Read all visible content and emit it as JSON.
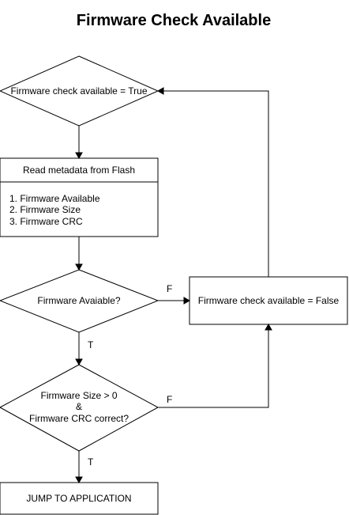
{
  "title": "Firmware Check Available",
  "nodes": {
    "check_true": {
      "label": "Firmware check available = True"
    },
    "read_metadata": {
      "title": "Read metadata from Flash",
      "items": [
        "1. Firmware Available",
        "2. Firmware Size",
        "3. Firmware CRC"
      ]
    },
    "fw_available": {
      "label": "Firmware Avaiable?"
    },
    "check_false": {
      "label": "Firmware check available = False"
    },
    "size_crc": {
      "lines": [
        "Firmware Size > 0",
        "&",
        "Firmware CRC correct?"
      ]
    },
    "jump": {
      "label": "JUMP TO APPLICATION"
    }
  },
  "edges": {
    "available_false": "F",
    "available_true": "T",
    "size_crc_false": "F",
    "size_crc_true": "T"
  }
}
